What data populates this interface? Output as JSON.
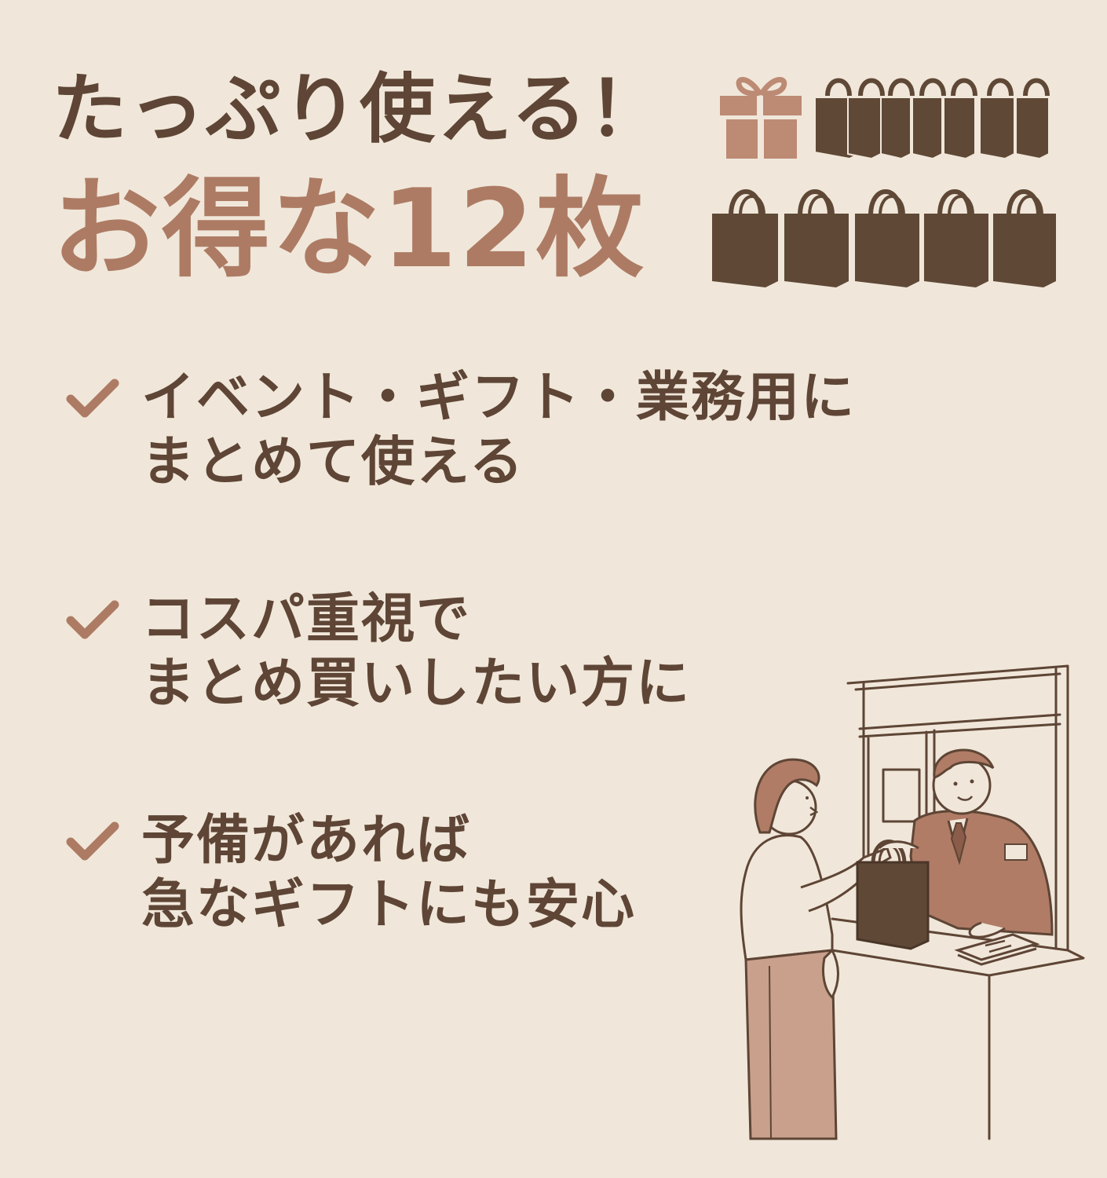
{
  "headline": {
    "line1": "たっぷり使える！",
    "line2": "お得な12枚"
  },
  "icons": {
    "gift": "gift-box-icon",
    "bag": "tote-bag-icon",
    "bag_count_row1": 7,
    "bag_count_row2": 5,
    "check": "checkmark-icon"
  },
  "features": [
    {
      "line1": "イベント・ギフト・業務用に",
      "line2": "まとめて使える"
    },
    {
      "line1": "コスパ重視で",
      "line2": "まとめ買いしたい方に"
    },
    {
      "line1": "予備があれば",
      "line2": "急なギフトにも安心"
    }
  ],
  "illustration": {
    "description": "shop-counter-bag-handover",
    "left_person": "customer-woman",
    "right_person": "clerk-man"
  },
  "colors": {
    "background": "#F0E7DA",
    "text_dark": "#5E4535",
    "accent": "#AD7B64",
    "bag": "#5F4836",
    "gift": "#BD8A74"
  }
}
